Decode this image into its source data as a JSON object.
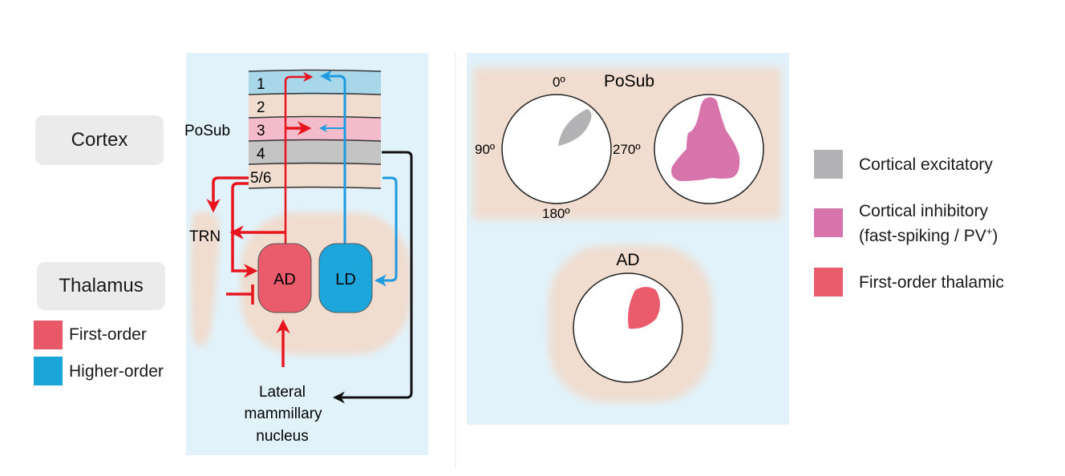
{
  "left_labels": {
    "cortex": "Cortex",
    "thalamus": "Thalamus",
    "thalamus_legend": [
      {
        "label": "First-order",
        "color": "#e85868"
      },
      {
        "label": "Higher-order",
        "color": "#1aa5d8"
      }
    ]
  },
  "circuit_panel": {
    "region_label": "PoSub",
    "layers": [
      {
        "label": "1",
        "color": "#a8d7ea"
      },
      {
        "label": "2",
        "color": "#f0ddd0"
      },
      {
        "label": "3",
        "color": "#f4bccb"
      },
      {
        "label": "4",
        "color": "#c4c4c4"
      },
      {
        "label": "5/6",
        "color": "#f0ddd0"
      }
    ],
    "trn_label": "TRN",
    "nuclei": [
      {
        "label": "AD",
        "color": "#ea5b6c"
      },
      {
        "label": "LD",
        "color": "#1ca6dc"
      }
    ],
    "source_label_lines": [
      "Lateral",
      "mammillary",
      "nucleus"
    ],
    "colors": {
      "first_order_pathway": "#e8141e",
      "higher_order_pathway": "#1e9ae0",
      "cortical_output": "#111111",
      "panel_bg": "#e1f2fa",
      "tissue": "#f0ddd0"
    }
  },
  "tuning_panel": {
    "posub_label": "PoSub",
    "angle_labels": {
      "top": "0º",
      "left": "90º",
      "right": "270º",
      "bottom": "180º"
    },
    "ad_label": "AD"
  },
  "legend": [
    {
      "label_lines": [
        "Cortical excitatory"
      ],
      "color": "#b3b3b5",
      "sup": ""
    },
    {
      "label_lines": [
        "Cortical inhibitory",
        "(fast-spiking / PV"
      ],
      "color": "#d774ab",
      "sup": "+",
      "suffix": ")"
    },
    {
      "label_lines": [
        "First-order thalamic"
      ],
      "color": "#ea5b6c",
      "sup": ""
    }
  ]
}
